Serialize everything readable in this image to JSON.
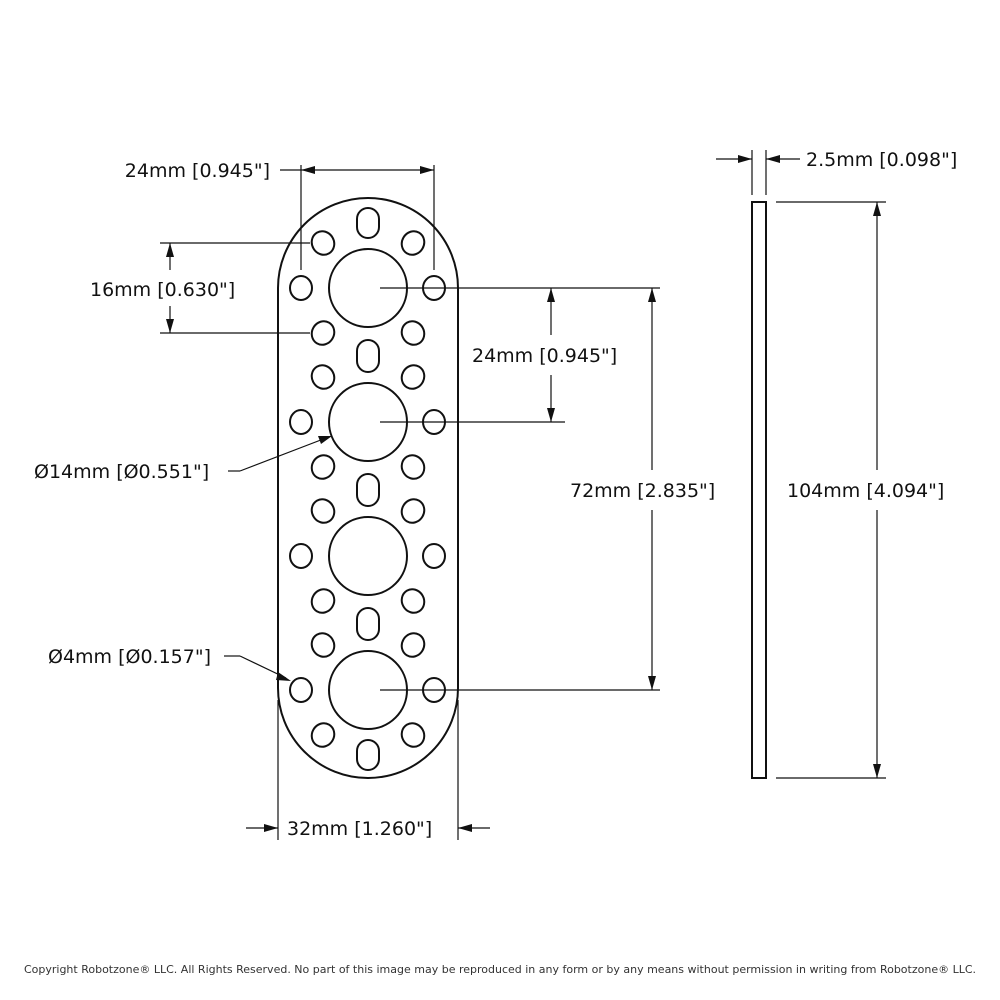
{
  "dimensions": {
    "hole_spacing_horizontal": "24mm [0.945\"]",
    "hole_spacing_vertical_small": "16mm [0.630\"]",
    "pitch_large_holes": "24mm [0.945\"]",
    "large_hole_diameter": "Ø14mm [Ø0.551\"]",
    "large_hole_span": "72mm [2.835\"]",
    "small_hole_diameter": "Ø4mm [Ø0.157\"]",
    "plate_width": "32mm [1.260\"]",
    "plate_thickness": "2.5mm [0.098\"]",
    "plate_length": "104mm [4.094\"]"
  },
  "footer": {
    "copyright": "Copyright Robotzone® LLC.  All Rights Reserved. No part of this image may be reproduced in any form or by any means without permission in writing from Robotzone® LLC."
  }
}
